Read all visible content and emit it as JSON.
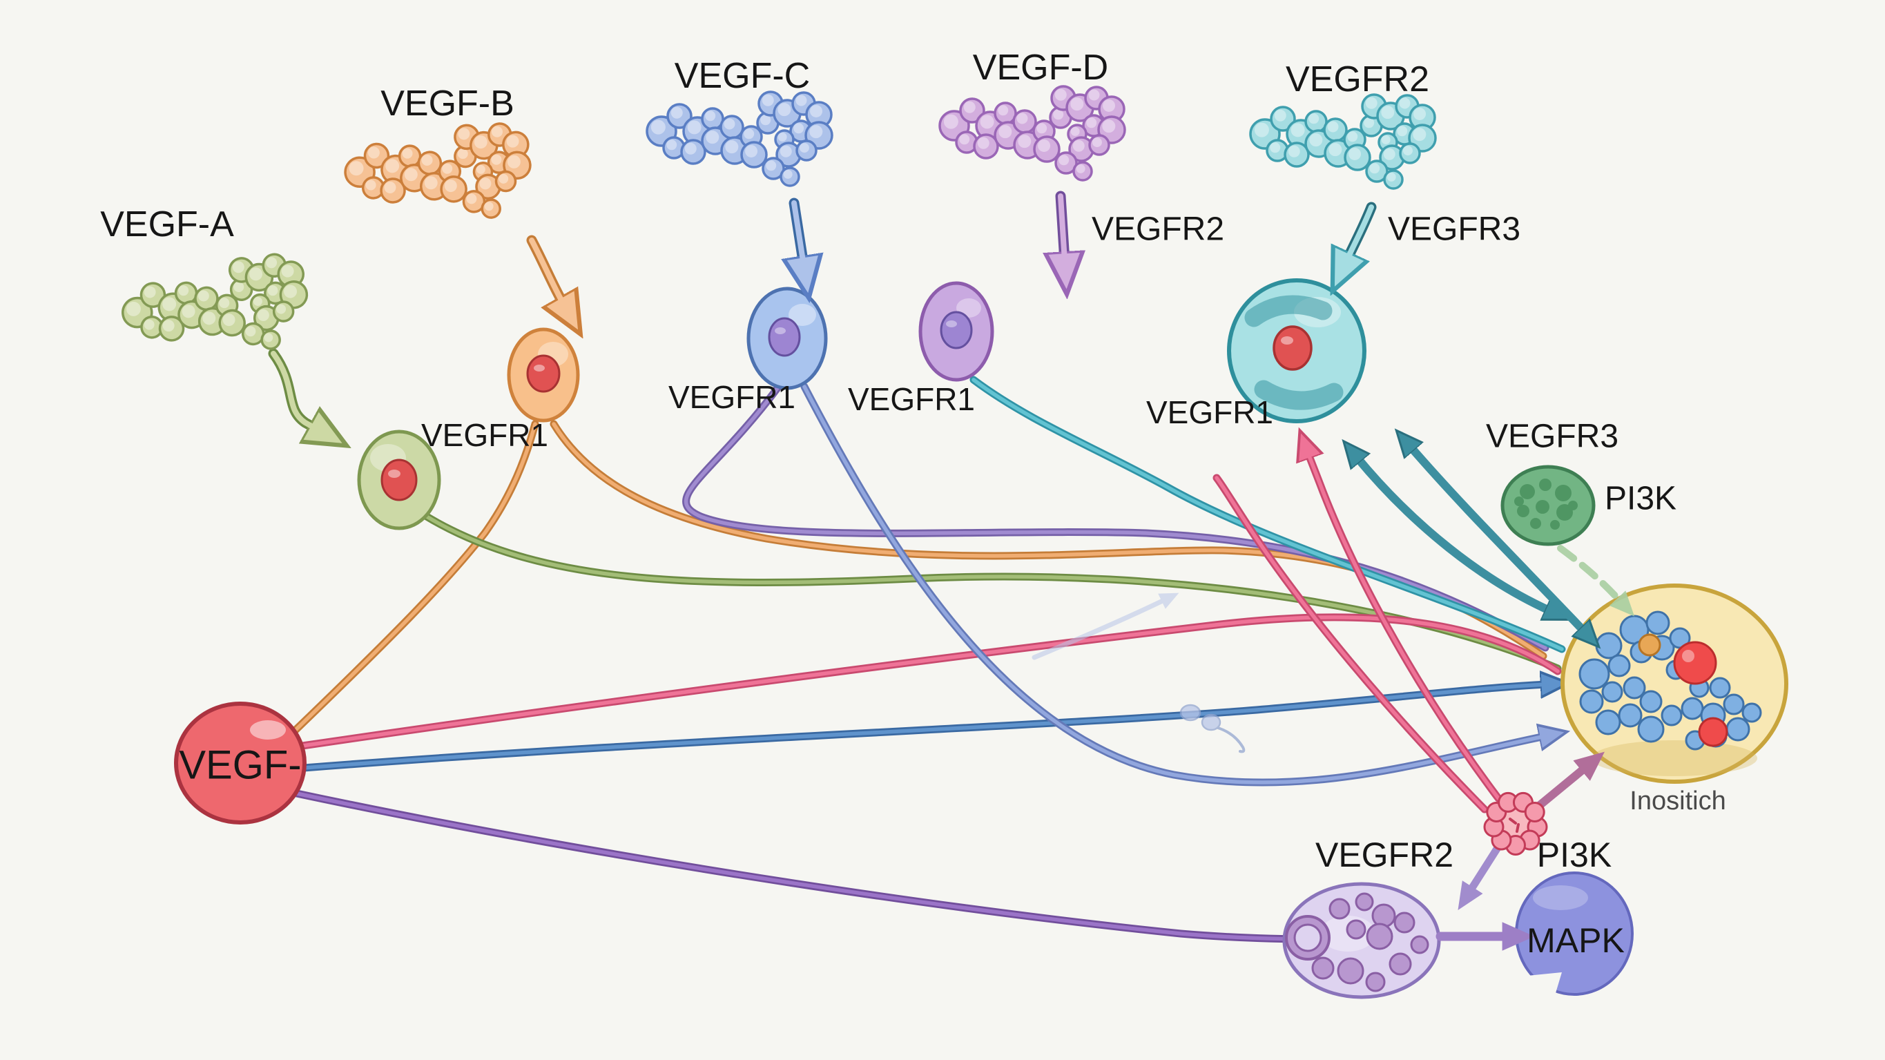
{
  "diagram_title": "VEGF ligand-receptor signaling pathway illustration",
  "labels": {
    "vegf_a": "VEGF-A",
    "vegf_b": "VEGF-B",
    "vegf_c": "VEGF-C",
    "vegf_d": "VEGF-D",
    "vegfr2_top": "VEGFR2",
    "vegfr2_mid": "VEGFR2",
    "vegfr3_top": "VEGFR3",
    "vegfr1_a": "VEGFR1",
    "vegfr1_b": "VEGFR1",
    "vegfr1_c": "VEGFR1",
    "vegfr1_d": "VEGFR1",
    "vegfr3_right": "VEGFR3",
    "pi3k_right": "PI3K",
    "inositol": "Inositich",
    "vegfr2_bottom": "VEGFR2",
    "pi3k_bottom": "PI3K",
    "mapk": "MAPK",
    "vegf_hub": "VEGF-"
  },
  "colors": {
    "bg": "#f6f6f2",
    "text": "#161616",
    "text_gray": "#4a4a4a",
    "lig_green": "#cdd9a4",
    "lig_green_s": "#839a54",
    "lig_orange": "#f6c295",
    "lig_orange_s": "#cc7f3b",
    "lig_blue": "#adc2ea",
    "lig_blue_s": "#5a7ec4",
    "lig_purple": "#d3aede",
    "lig_purple_s": "#9a66b6",
    "lig_teal": "#a5dde2",
    "lig_teal_s": "#3f9fae",
    "cell_green": "#ccd9a6",
    "cell_green_s": "#7e9850",
    "cell_orange": "#f8c08b",
    "cell_orange_s": "#cf823c",
    "cell_blue": "#a9c4ee",
    "cell_blue_s": "#4d72b0",
    "cell_purple": "#c9a9e0",
    "cell_purple_s": "#8d5cac",
    "cell_teal": "#a9e1e4",
    "cell_teal_s": "#2e8f9c",
    "nuc_red": "#e05252",
    "nuc_red_s": "#a83232",
    "nuc_purple": "#9d85d2",
    "nuc_purple_s": "#64509f",
    "pi3k_green": "#72b584",
    "pi3k_green_s": "#3e7f53",
    "pi3k_spot": "#4f9663",
    "yellow_cell": "#f8e8b4",
    "yellow_cell_s": "#c8a43c",
    "dot_blue": "#7fb0e2",
    "dot_blue_s": "#3f72a8",
    "dot_orange": "#e8a756",
    "dot_orange_s": "#b57426",
    "dot_red": "#ef4b4b",
    "dot_red_s": "#bb2d2d",
    "oval_purple": "#ded3f0",
    "oval_purple_s": "#8a74ba",
    "oval_dot": "#b897cf",
    "oval_dot_s": "#8a5fa4",
    "mapk_blob": "#8d92de",
    "mapk_blob_s": "#6468bd",
    "rosette": "#f59aac",
    "rosette_s": "#c33b58",
    "rosette_c": "#f8b9c0",
    "hub_red": "#ee686e",
    "hub_red_s": "#ab3340",
    "line_green": "#a3bd77",
    "line_green_d": "#6d8c44",
    "line_orange": "#f0ad72",
    "line_orange_d": "#c57d38",
    "line_pink": "#ef7397",
    "line_pink_d": "#c94a6f",
    "line_blue": "#5f93cc",
    "line_blue_d": "#3a69a2",
    "line_peri": "#92a7de",
    "line_peri_d": "#6479b8",
    "line_purple": "#9b74c8",
    "line_purple_d": "#714e9b",
    "line_purpleb": "#a08bd0",
    "line_purpleb_d": "#7560a8",
    "line_cyan": "#62c3d2",
    "line_cyan_d": "#2f93a6",
    "teal_arrow": "#3d8fa0",
    "teal_arrow_d": "#2a6f7e",
    "palegreen": "#a9cfa2",
    "mauve": "#b16e9a",
    "lav": "#a18ccd",
    "purp2": "#9d7fc6",
    "pale": "#b9c6e8"
  }
}
